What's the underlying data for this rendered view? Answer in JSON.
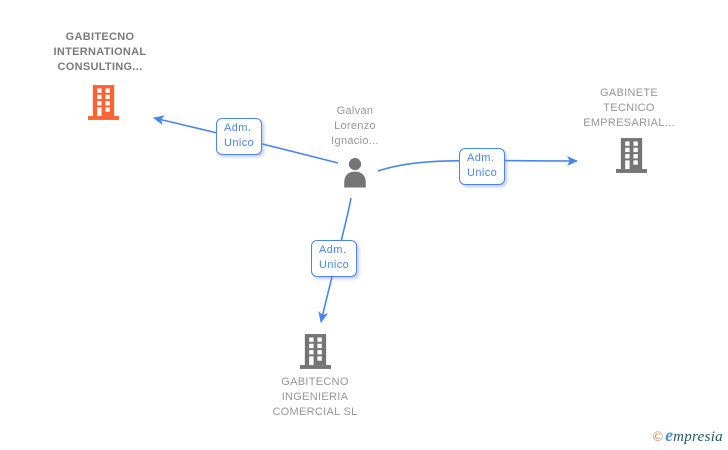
{
  "diagram": {
    "colors": {
      "accent_blue": "#4a86e8",
      "highlight_orange": "#fb6234",
      "icon_gray": "#757575",
      "text_gray": "#979797",
      "text_dark": "#7b7b7b",
      "brand_orange": "#e0703a",
      "brand_blue": "#4a90d9",
      "brand_teal": "#1f5a64"
    },
    "nodes": {
      "company_main": {
        "name": "GABITECNO\nINTERNATIONAL\nCONSULTING...",
        "type": "company",
        "highlighted": true
      },
      "person": {
        "name": "Galvan\nLorenzo\nIgnacio...",
        "type": "person"
      },
      "company_right": {
        "name": "GABINETE\nTECNICO\nEMPRESARIAL...",
        "type": "company"
      },
      "company_bottom": {
        "name": "GABITECNO\nINGENIERIA\nCOMERCIAL SL",
        "type": "company"
      }
    },
    "edges": [
      {
        "from": "person",
        "to": "company_main",
        "label": "Adm.\nUnico"
      },
      {
        "from": "person",
        "to": "company_right",
        "label": "Adm.\nUnico"
      },
      {
        "from": "person",
        "to": "company_bottom",
        "label": "Adm.\nUnico"
      }
    ]
  },
  "footer": {
    "copyright_symbol": "©",
    "brand_initial": "e",
    "brand_rest": "mpresia"
  }
}
